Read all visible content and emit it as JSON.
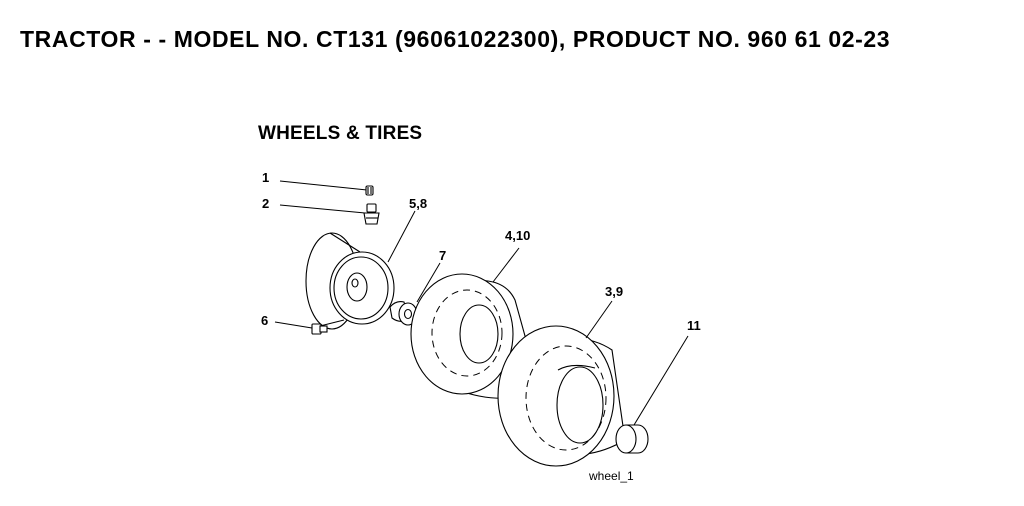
{
  "header": {
    "title": "TRACTOR - - MODEL NO. CT131 (96061022300), PRODUCT NO. 960 61 02-23"
  },
  "diagram": {
    "section_title": "WHEELS & TIRES",
    "callouts": {
      "p1": "1",
      "p2": "2",
      "p58": "5,8",
      "p7": "7",
      "p410": "4,10",
      "p39": "3,9",
      "p6": "6",
      "p11": "11"
    },
    "figure_id": "wheel_1"
  }
}
